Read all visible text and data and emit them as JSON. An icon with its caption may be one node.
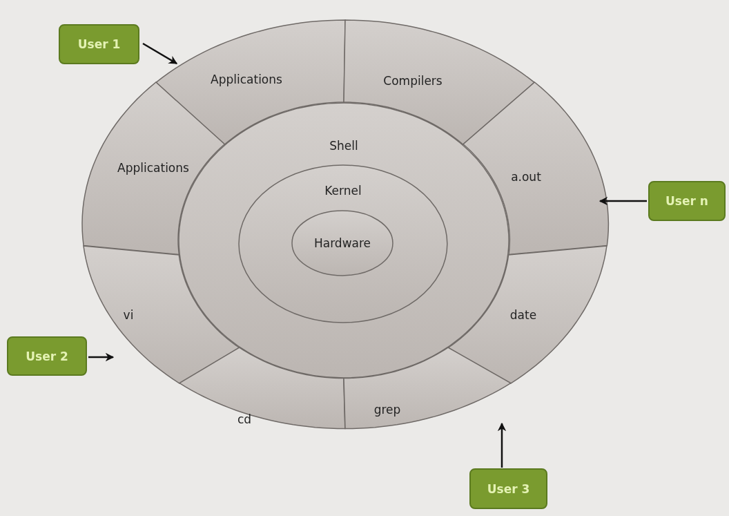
{
  "diagram": {
    "nodes": [
      {
        "text": [
          "User 1"
        ]
      },
      {
        "text": [
          "Applications"
        ]
      },
      {
        "text": [
          "Compilers"
        ]
      },
      {
        "text": [
          "Applications"
        ]
      },
      {
        "text": [
          "a.out"
        ]
      },
      {
        "text": [
          "User n"
        ]
      },
      {
        "text": [
          "Shell"
        ]
      },
      {
        "text": [
          "Kernel"
        ],
        "in": 6
      },
      {
        "text": [
          "Hardware"
        ],
        "in": 7
      },
      {
        "text": [
          "vi"
        ]
      },
      {
        "text": [
          "date"
        ]
      },
      {
        "text": [
          "User 2"
        ]
      },
      {
        "text": [
          "cd"
        ]
      },
      {
        "text": [
          "grep"
        ]
      },
      {
        "text": [
          "User 3"
        ]
      }
    ],
    "edges": [
      {
        "from": 0,
        "to": 1,
        "arrow": "to"
      },
      {
        "from": 5,
        "to": 4,
        "arrow": "to"
      },
      {
        "from": 11,
        "to": 9,
        "arrow": "to"
      },
      {
        "from": 14,
        "to": 13,
        "arrow": "to"
      }
    ]
  }
}
